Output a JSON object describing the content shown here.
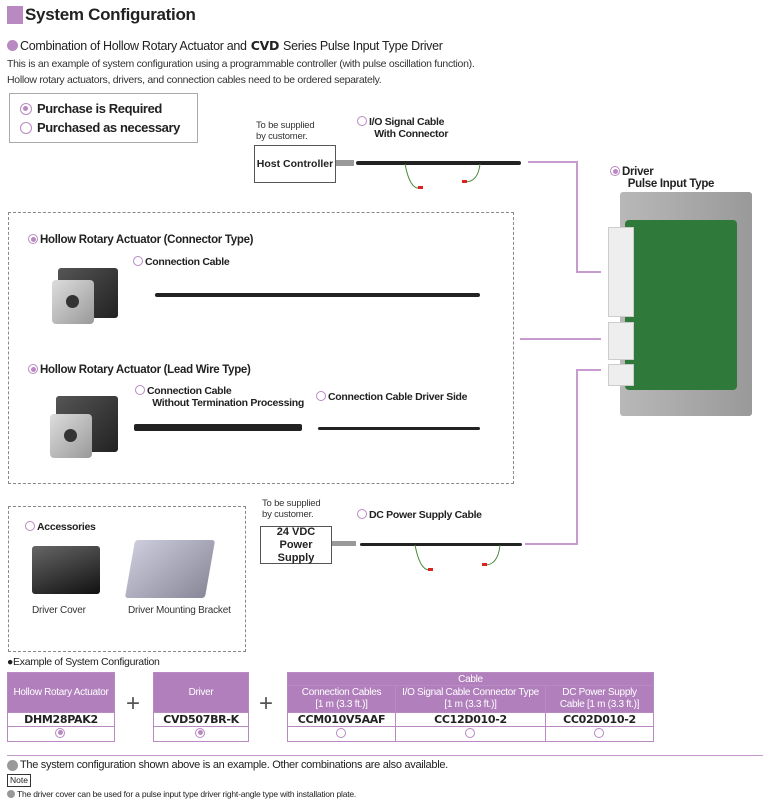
{
  "title": "System Configuration",
  "subtitle": {
    "pre": "Combination of Hollow Rotary Actuator and",
    "brand": "CVD",
    "post": "Series Pulse Input Type Driver"
  },
  "description": [
    "This is an example of system configuration using a programmable controller (with pulse oscillation function).",
    "Hollow rotary actuators, drivers, and connection cables need to be ordered separately."
  ],
  "legend": {
    "required": "Purchase is Required",
    "optional": "Purchased as necessary"
  },
  "customer_note": "To be supplied by customer.",
  "host_controller": "Host Controller",
  "io_cable": {
    "line1": "I/O Signal Cable",
    "line2": "With Connector"
  },
  "driver": {
    "line1": "Driver",
    "line2": "Pulse Input Type"
  },
  "actuator_connector": "Hollow Rotary Actuator (Connector Type)",
  "connection_cable": "Connection Cable",
  "actuator_leadwire": "Hollow Rotary Actuator (Lead Wire Type)",
  "cable_no_term": {
    "line1": "Connection Cable",
    "line2": "Without Termination Processing"
  },
  "cable_driver_side": "Connection Cable  Driver Side",
  "power_supply": {
    "line1": "24 VDC",
    "line2": "Power Supply"
  },
  "dc_cable": "DC Power Supply Cable",
  "accessories": {
    "title": "Accessories",
    "cover": "Driver Cover",
    "bracket": "Driver Mounting Bracket"
  },
  "example": {
    "heading": "Example of System Configuration",
    "actuator": {
      "header": "Hollow Rotary Actuator",
      "part": "DHM28PAK2"
    },
    "driver": {
      "header": "Driver",
      "part": "CVD507BR-K"
    },
    "cable_group": "Cable",
    "cables": [
      {
        "header1": "Connection Cables",
        "header2": "[1 m (3.3 ft.)]",
        "part": "CCM010V5AAF"
      },
      {
        "header1": "I/O Signal Cable Connector Type",
        "header2": "[1 m (3.3 ft.)]",
        "part": "CC12D010-2"
      },
      {
        "header1": "DC Power Supply",
        "header2": "Cable [1 m (3.3 ft.)]",
        "part": "CC02D010-2"
      }
    ],
    "plus": "+"
  },
  "footnote": "The system configuration shown above is an example. Other combinations are also available.",
  "note_label": "Note",
  "note_text": "The driver cover can be used for a  pulse input type driver right-angle type with installation plate.",
  "colors": {
    "accent": "#b989c2",
    "header": "#b17fbc"
  }
}
